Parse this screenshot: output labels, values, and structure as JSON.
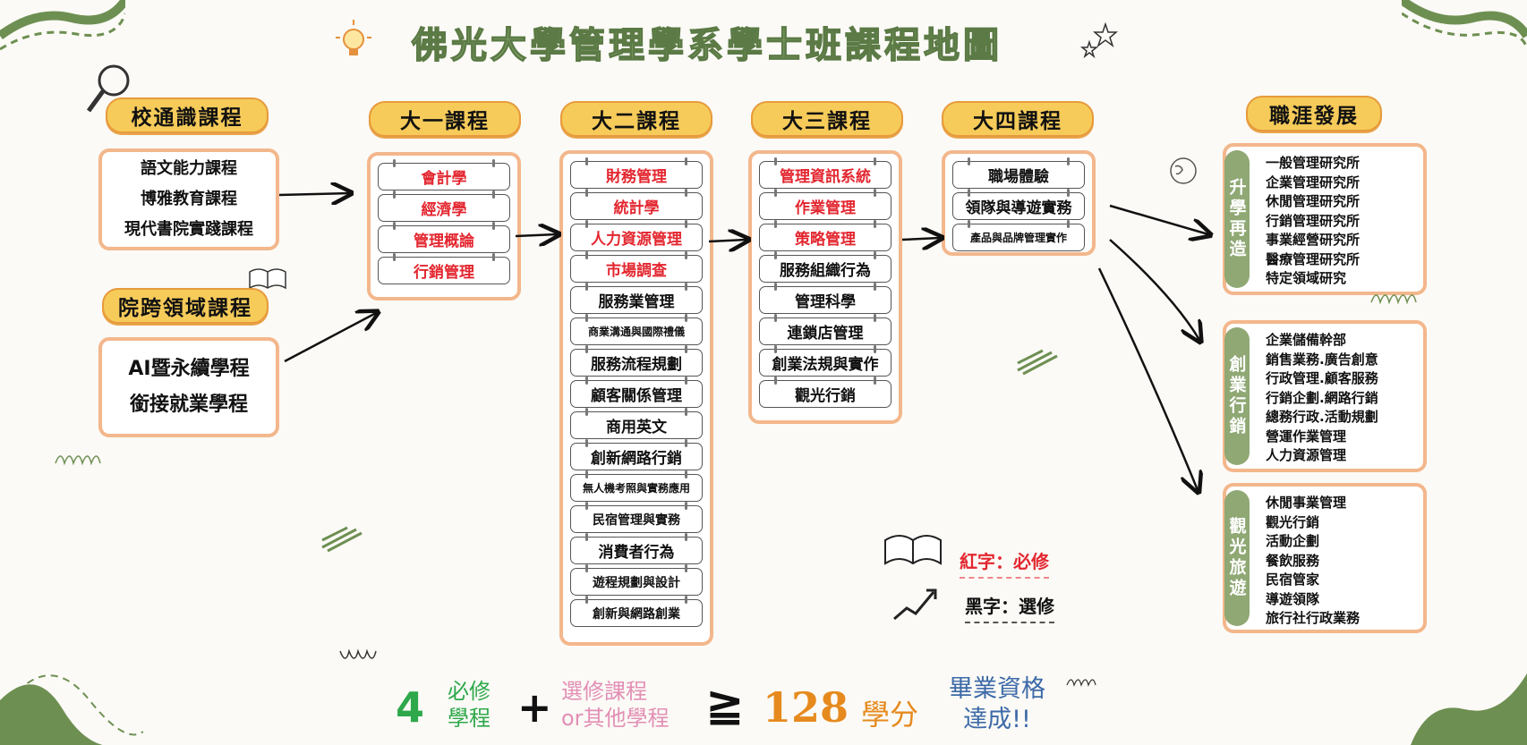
{
  "title": "佛光大學管理學系學士班課程地圖",
  "left": {
    "general_title": "校通識課程",
    "general_items": [
      "語文能力課程",
      "博雅教育課程",
      "現代書院實踐課程"
    ],
    "cross_title": "院跨領域課程",
    "cross_items": [
      "AI暨永續學程",
      "銜接就業學程"
    ]
  },
  "years": [
    {
      "title": "大一課程",
      "courses": [
        {
          "name": "會計學",
          "required": true
        },
        {
          "name": "經濟學",
          "required": true
        },
        {
          "name": "管理概論",
          "required": true
        },
        {
          "name": "行銷管理",
          "required": true
        }
      ]
    },
    {
      "title": "大二課程",
      "courses": [
        {
          "name": "財務管理",
          "required": true
        },
        {
          "name": "統計學",
          "required": true
        },
        {
          "name": "人力資源管理",
          "required": true
        },
        {
          "name": "市場調查",
          "required": true
        },
        {
          "name": "服務業管理",
          "required": false
        },
        {
          "name": "商業溝通與國際禮儀",
          "required": false
        },
        {
          "name": "服務流程規劃",
          "required": false
        },
        {
          "name": "顧客關係管理",
          "required": false
        },
        {
          "name": "商用英文",
          "required": false
        },
        {
          "name": "創新網路行銷",
          "required": false
        },
        {
          "name": "無人機考照與實務應用",
          "required": false
        },
        {
          "name": "民宿管理與實務",
          "required": false
        },
        {
          "name": "消費者行為",
          "required": false
        },
        {
          "name": "遊程規劃與設計",
          "required": false
        },
        {
          "name": "創新與網路創業",
          "required": false
        }
      ]
    },
    {
      "title": "大三課程",
      "courses": [
        {
          "name": "管理資訊系統",
          "required": true
        },
        {
          "name": "作業管理",
          "required": true
        },
        {
          "name": "策略管理",
          "required": true
        },
        {
          "name": "服務組織行為",
          "required": false
        },
        {
          "name": "管理科學",
          "required": false
        },
        {
          "name": "連鎖店管理",
          "required": false
        },
        {
          "name": "創業法規與實作",
          "required": false
        },
        {
          "name": "觀光行銷",
          "required": false
        }
      ]
    },
    {
      "title": "大四課程",
      "courses": [
        {
          "name": "職場體驗",
          "required": false
        },
        {
          "name": "領隊與導遊實務",
          "required": false
        },
        {
          "name": "產品與品牌管理實作",
          "required": false
        }
      ]
    }
  ],
  "career": {
    "title": "職涯發展",
    "groups": [
      {
        "label": "升學再造",
        "items": [
          "一般管理研究所",
          "企業管理研究所",
          "休閒管理研究所",
          "行銷管理研究所",
          "事業經營研究所",
          "醫療管理研究所",
          "特定領域研究"
        ]
      },
      {
        "label": "創業行銷",
        "items": [
          "企業儲備幹部",
          "銷售業務.廣告創意",
          "行政管理.顧客服務",
          "行銷企劃.網路行銷",
          "總務行政.活動規劃",
          "營運作業管理",
          "人力資源管理"
        ]
      },
      {
        "label": "觀光旅遊",
        "items": [
          "休閒事業管理",
          "觀光行銷",
          "活動企劃",
          "餐飲服務",
          "民宿管家",
          "導遊領隊",
          "旅行社行政業務"
        ]
      }
    ]
  },
  "legend": {
    "red": "紅字：必修",
    "black": "黑字：選修"
  },
  "formula": {
    "num": "4",
    "req_line1": "必修",
    "req_line2": "學程",
    "plus": "+",
    "elec_line1": "選修課程",
    "elec_line2": "or其他學程",
    "geq": "≧",
    "credits": "128",
    "credit_unit": "學分",
    "result_line1": "畢業資格",
    "result_line2": "達成!!"
  },
  "colors": {
    "required": "#e3262f",
    "pill": "#f6cb5a",
    "frame": "#f3b78c",
    "green": "#8fa874"
  }
}
